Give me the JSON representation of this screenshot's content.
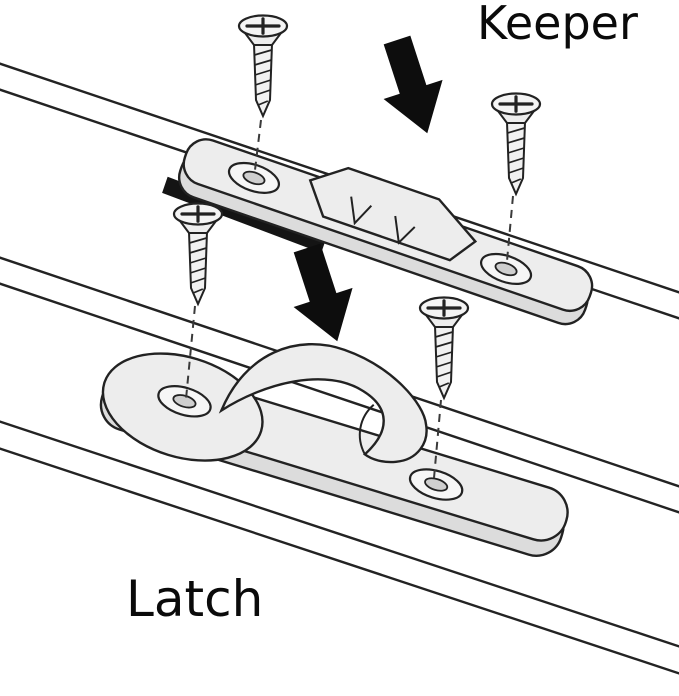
{
  "diagram": {
    "labels": {
      "keeper": "Keeper",
      "latch": "Latch"
    },
    "parts": [
      {
        "id": "keeper",
        "label": "Keeper",
        "visible_screws": 2,
        "screw_holes": 2
      },
      {
        "id": "latch",
        "label": "Latch",
        "visible_screws": 2,
        "screw_holes": 2
      }
    ],
    "icons": [
      "phillips-screw-icon",
      "down-arrow-icon",
      "alignment-guide-line",
      "sash-rail-line",
      "screw-hole"
    ],
    "colors": {
      "background": "#ffffff",
      "outline": "#222222",
      "part_fill": "#ededed",
      "part_shade": "#dcdcdc",
      "hole_inner": "#cfcfcf",
      "gasket_strip": "#141414",
      "arrow": "#0d0d0d",
      "guide_line": "#3a3a3a"
    }
  }
}
